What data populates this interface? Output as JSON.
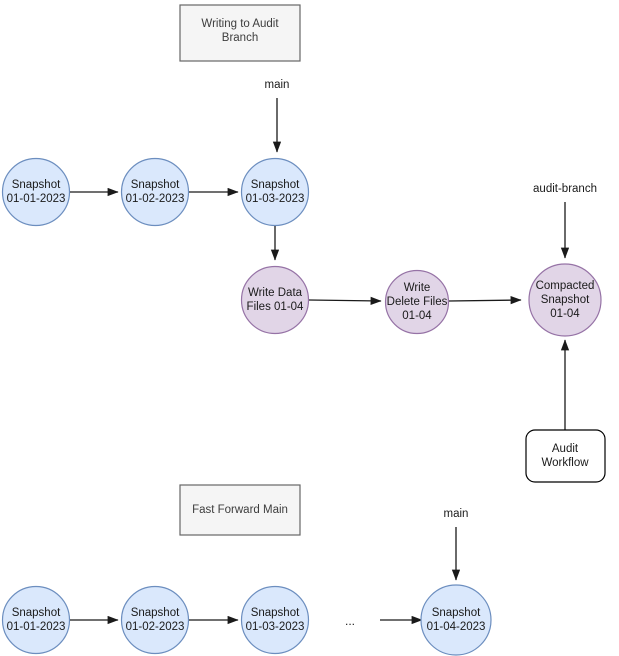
{
  "diagram": {
    "title_top": "Writing to Audit Branch",
    "title_bottom": "Fast Forward Main",
    "colors": {
      "snapshot_fill": "#dae8fc",
      "snapshot_stroke": "#6c8ebf",
      "write_fill": "#e1d5e7",
      "write_stroke": "#9673a6",
      "group_fill": "#f5f5f5",
      "group_stroke": "#666666",
      "plain_fill": "#ffffff",
      "plain_stroke": "#000000",
      "edge": "#1a1a1a"
    },
    "sections": {
      "top": {
        "group_box_label": "Writing to Audit Branch",
        "branch_main": "main",
        "branch_audit": "audit-branch",
        "nodes": {
          "snap1_line1": "Snapshot",
          "snap1_line2": "01-01-2023",
          "snap2_line1": "Snapshot",
          "snap2_line2": "01-02-2023",
          "snap3_line1": "Snapshot",
          "snap3_line2": "01-03-2023",
          "write_data_line1": "Write Data",
          "write_data_line2": "Files 01-04",
          "write_delete_line1": "Write",
          "write_delete_line2": "Delete Files",
          "write_delete_line3": "01-04",
          "compacted_line1": "Compacted",
          "compacted_line2": "Snapshot",
          "compacted_line3": "01-04",
          "audit_workflow_line1": "Audit",
          "audit_workflow_line2": "Workflow"
        }
      },
      "bottom": {
        "group_box_label": "Fast Forward Main",
        "branch_main": "main",
        "ellipsis": "...",
        "nodes": {
          "snap1_line1": "Snapshot",
          "snap1_line2": "01-01-2023",
          "snap2_line1": "Snapshot",
          "snap2_line2": "01-02-2023",
          "snap3_line1": "Snapshot",
          "snap3_line2": "01-03-2023",
          "snap4_line1": "Snapshot",
          "snap4_line2": "01-04-2023"
        }
      }
    }
  }
}
